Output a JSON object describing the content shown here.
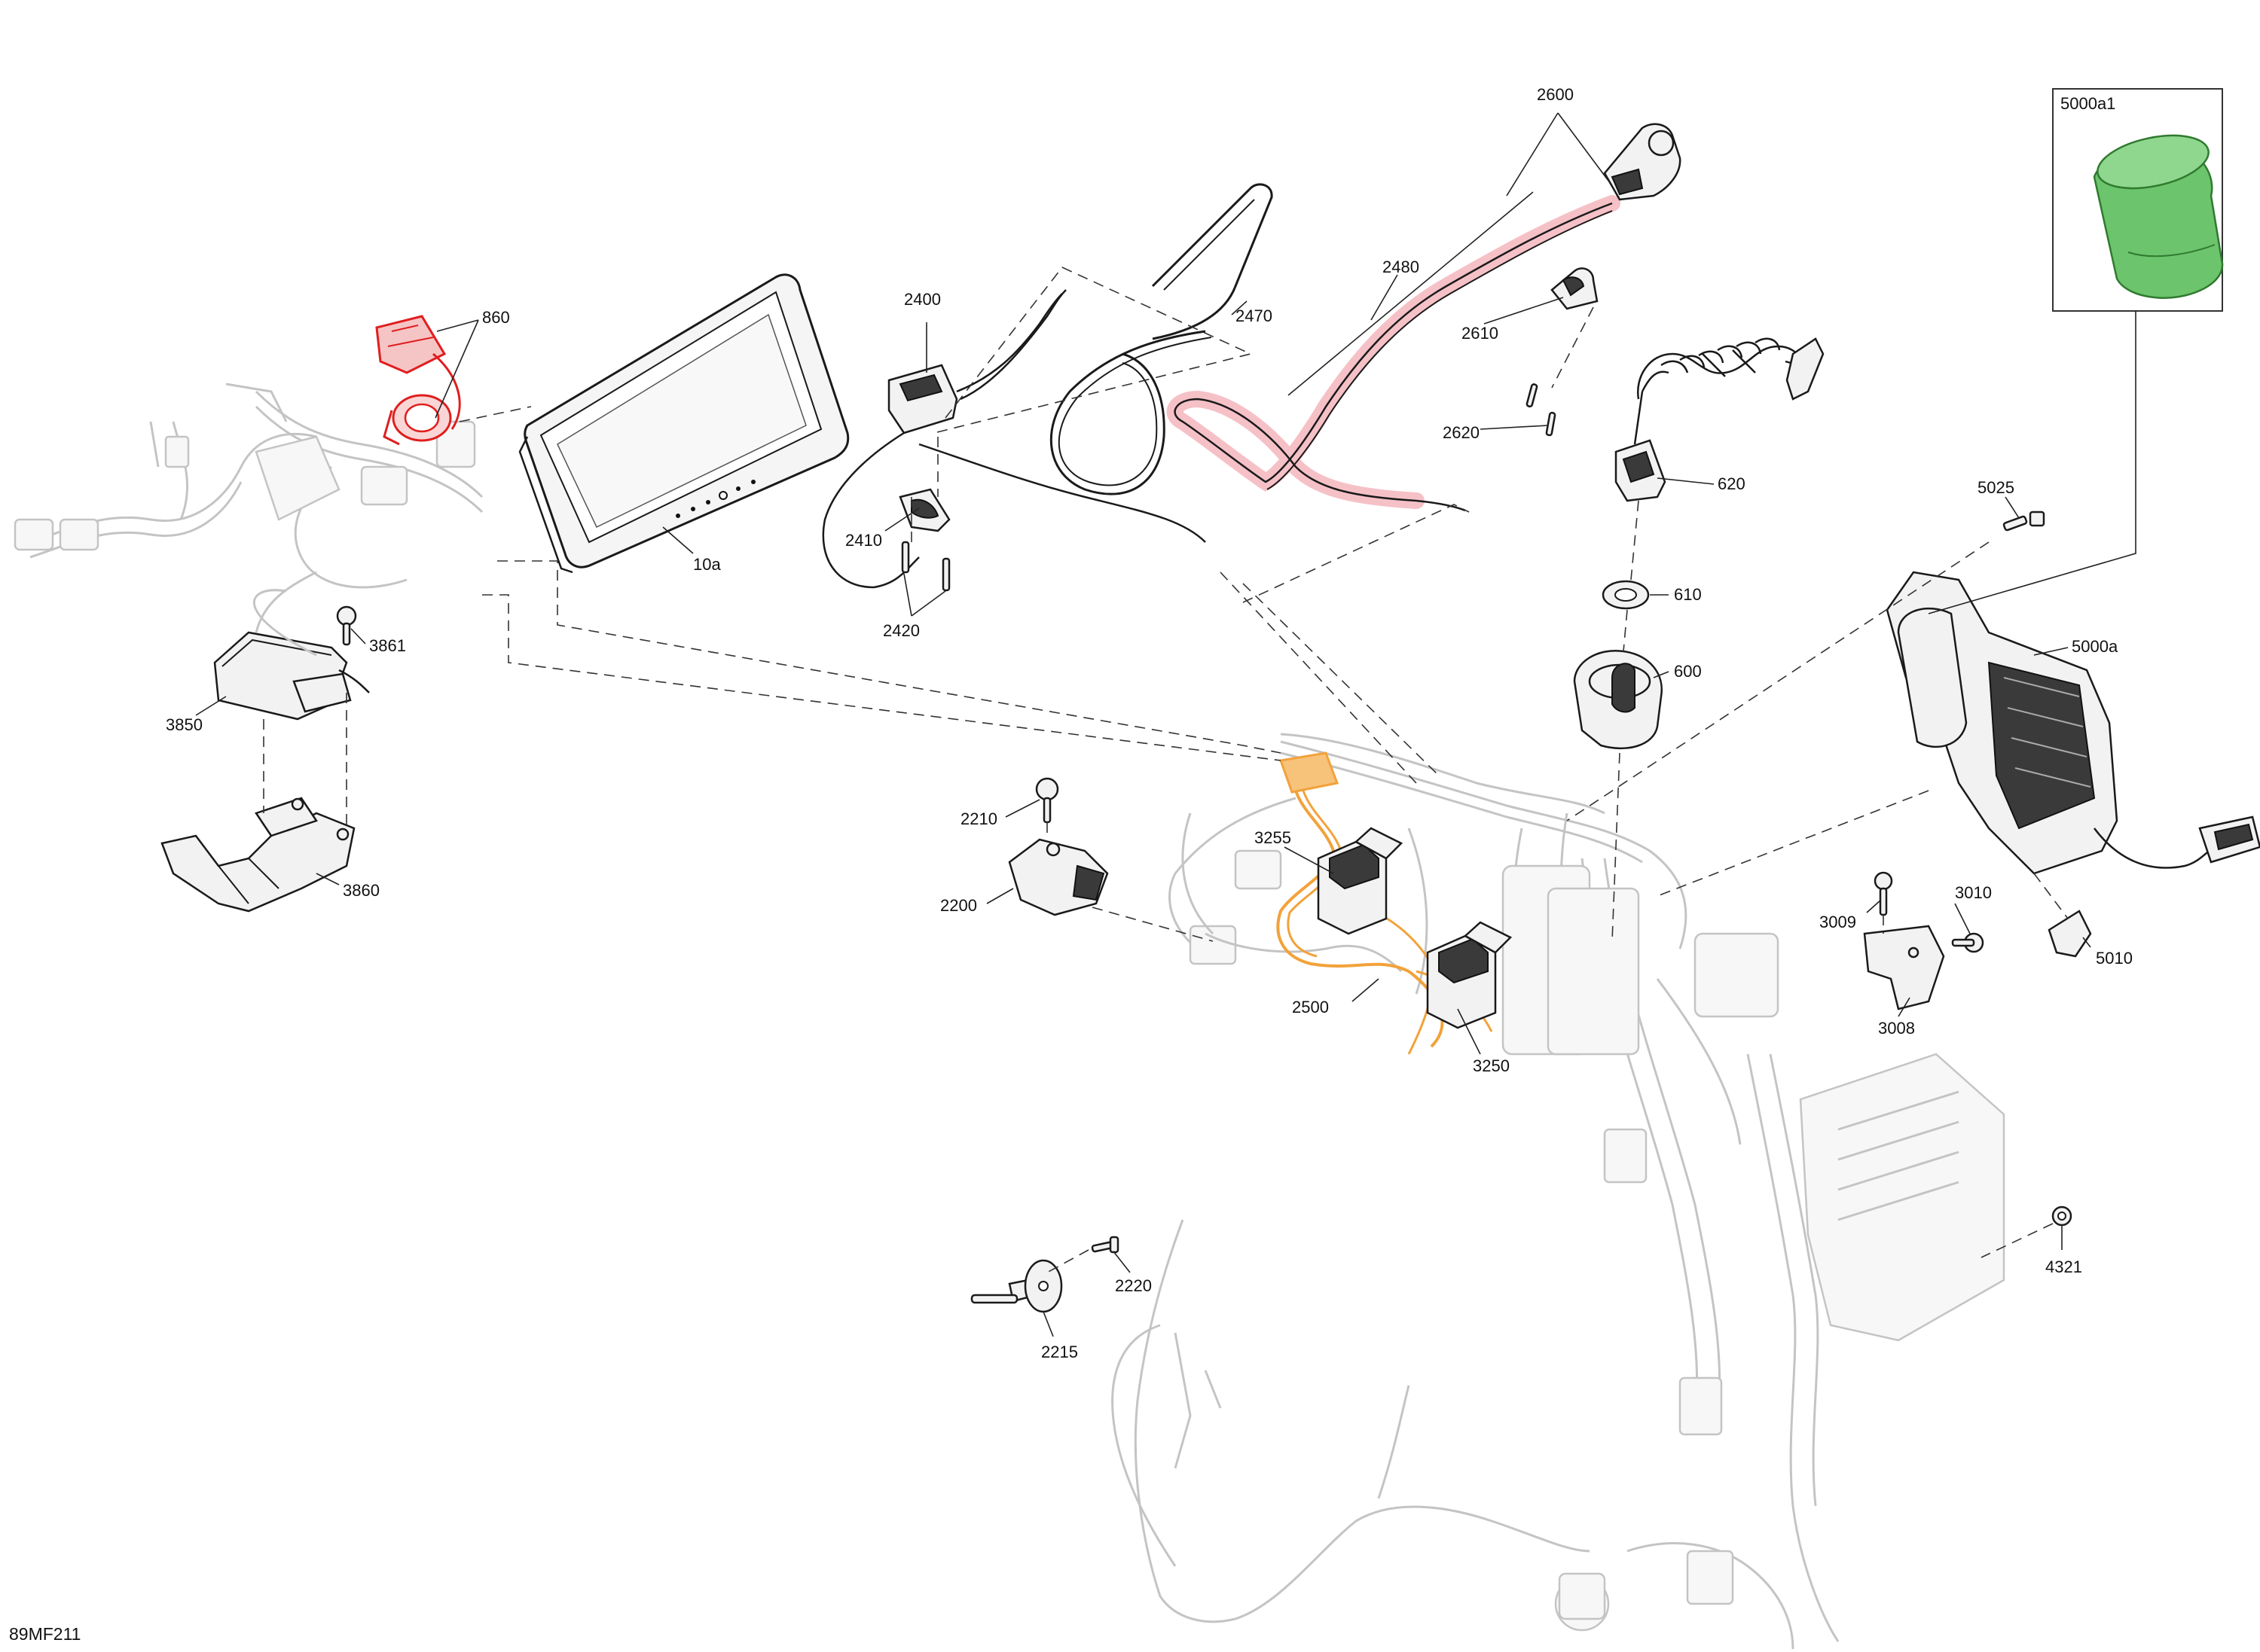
{
  "drawing_code": "89MF211",
  "colors": {
    "highlight_red": "#e01e1e",
    "highlight_red_glow": "#f3b6bd",
    "highlight_orange": "#f2a23a",
    "highlight_green": "#6cc46c",
    "ghost_gray": "#c4c4c4",
    "line_dark": "#1a1a1a"
  },
  "callouts": {
    "c860": "860",
    "c10a": "10a",
    "c2400": "2400",
    "c2410": "2410",
    "c2420": "2420",
    "c2470": "2470",
    "c2480": "2480",
    "c2600": "2600",
    "c2610": "2610",
    "c2620": "2620",
    "c620": "620",
    "c610": "610",
    "c600": "600",
    "c5000a1": "5000a1",
    "c5025": "5025",
    "c5000a": "5000a",
    "c3861": "3861",
    "c3850": "3850",
    "c3860": "3860",
    "c2210": "2210",
    "c2200": "2200",
    "c3255": "3255",
    "c2500": "2500",
    "c3250": "3250",
    "c3009": "3009",
    "c3010": "3010",
    "c3008": "3008",
    "c5010": "5010",
    "c4321": "4321",
    "c2220": "2220",
    "c2215": "2215"
  }
}
